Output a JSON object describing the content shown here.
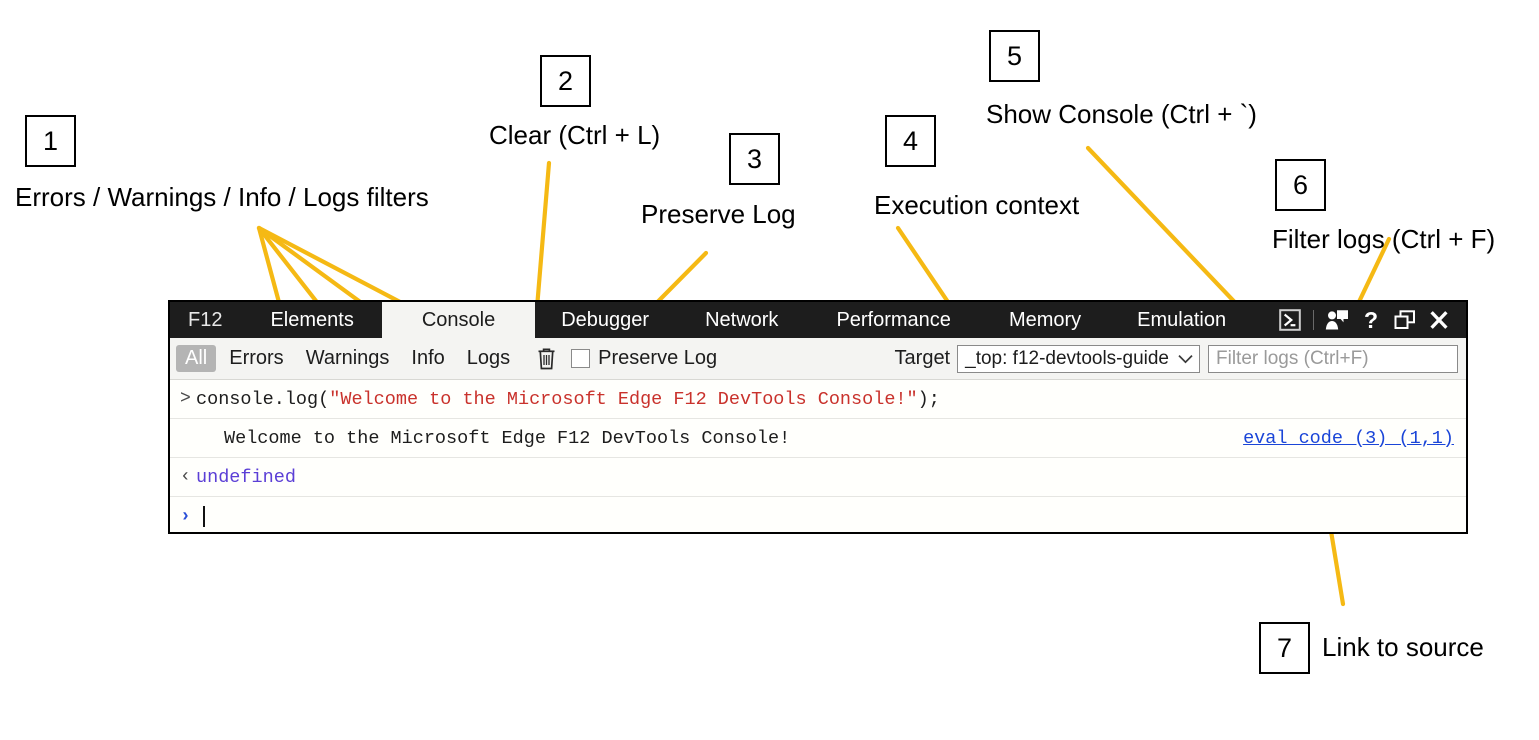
{
  "annotations": [
    {
      "id": "1",
      "number": "1",
      "label": "Errors / Warnings / Info / Logs filters"
    },
    {
      "id": "2",
      "number": "2",
      "label": "Clear (Ctrl + L)"
    },
    {
      "id": "3",
      "number": "3",
      "label": "Preserve Log"
    },
    {
      "id": "4",
      "number": "4",
      "label": "Execution context"
    },
    {
      "id": "5",
      "number": "5",
      "label": "Show Console (Ctrl + `)"
    },
    {
      "id": "6",
      "number": "6",
      "label": "Filter logs (Ctrl + F)"
    },
    {
      "id": "7",
      "number": "7",
      "label": "Link to source"
    }
  ],
  "devtools": {
    "tabs": [
      {
        "label": "F12",
        "active": false,
        "brand": true
      },
      {
        "label": "Elements",
        "active": false
      },
      {
        "label": "Console",
        "active": true
      },
      {
        "label": "Debugger",
        "active": false
      },
      {
        "label": "Network",
        "active": false
      },
      {
        "label": "Performance",
        "active": false
      },
      {
        "label": "Memory",
        "active": false
      },
      {
        "label": "Emulation",
        "active": false
      }
    ],
    "tab_icons": [
      {
        "name": "show-console-icon"
      },
      {
        "name": "feedback-icon"
      },
      {
        "name": "help-icon"
      },
      {
        "name": "undock-window-icon"
      },
      {
        "name": "close-icon"
      }
    ],
    "toolbar": {
      "filters": [
        {
          "label": "All",
          "active": true
        },
        {
          "label": "Errors",
          "active": false
        },
        {
          "label": "Warnings",
          "active": false
        },
        {
          "label": "Info",
          "active": false
        },
        {
          "label": "Logs",
          "active": false
        }
      ],
      "clear_icon": "trash-icon",
      "preserve_log_label": "Preserve Log",
      "preserve_log_checked": false,
      "target_label": "Target",
      "target_value": "_top: f12-devtools-guide",
      "filter_placeholder": "Filter logs (Ctrl+F)",
      "filter_value": ""
    },
    "console": {
      "rows": [
        {
          "kind": "input",
          "gutter": ">",
          "code_prefix": "console.log(",
          "code_string": "\"Welcome to the Microsoft Edge F12 DevTools Console!\"",
          "code_suffix": ");"
        },
        {
          "kind": "output",
          "gutter": "",
          "text": "Welcome to the Microsoft Edge F12 DevTools Console!",
          "source_link": "eval code (3) (1,1)"
        },
        {
          "kind": "result",
          "gutter": "‹",
          "text": "undefined"
        },
        {
          "kind": "prompt",
          "gutter": "›",
          "text": ""
        }
      ]
    }
  },
  "colors": {
    "annotation_line": "#F5B914",
    "tabstrip_bg": "#1D1D1D",
    "toolbar_bg": "#F4F4F2",
    "filter_active_bg": "#B4B4B4",
    "string_red": "#C9322C",
    "undefined_purple": "#5B3FD6",
    "link_blue": "#1A45D8"
  }
}
